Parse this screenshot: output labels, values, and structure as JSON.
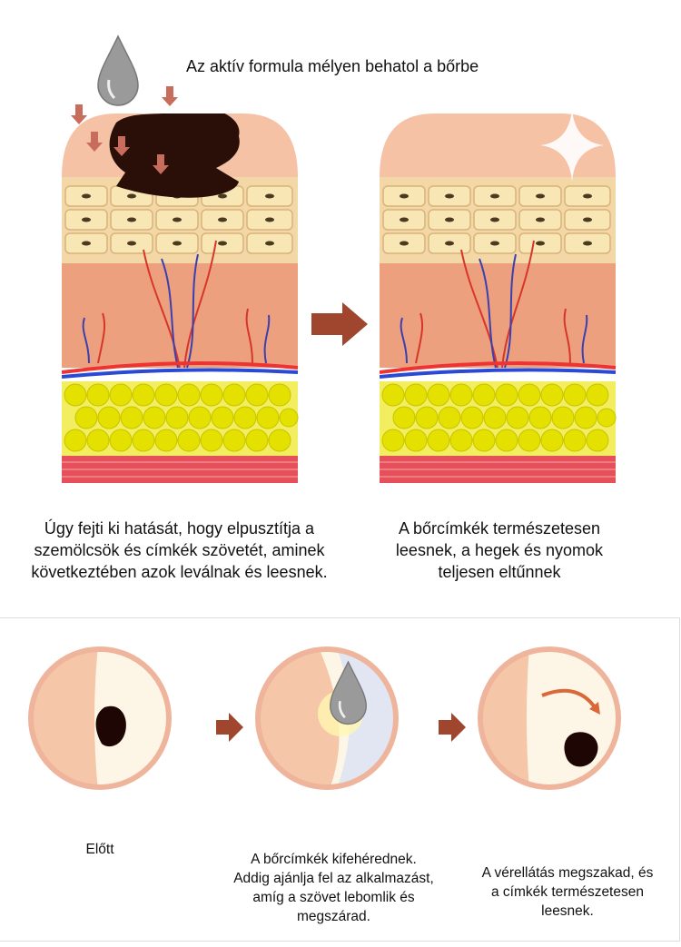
{
  "top": {
    "heading": "Az aktív formula mélyen behatol a bőrbe",
    "caption_left": "Úgy fejti ki hatását, hogy elpusztítja a szemölcsök és címkék szövetét, aminek következtében azok leválnak és leesnek.",
    "caption_right": "A bőrcímkék természetesen leesnek, a hegek és nyomok teljesen eltűnnek"
  },
  "bottom": {
    "steps": [
      {
        "label": "Előtt"
      },
      {
        "label": "A bőrcímkék kifehérednek. Addig ajánlja fel az alkalmazást, amíg a szövet lebomlik és megszárad."
      },
      {
        "label": "A vérellátás megszakad, és a címkék természetesen leesnek."
      }
    ]
  },
  "colors": {
    "arrow": "#a0462e",
    "skin": "#f3b89a",
    "fat": "#e8e61a",
    "muscle": "#e04a55",
    "tag": "#2a0e08"
  }
}
